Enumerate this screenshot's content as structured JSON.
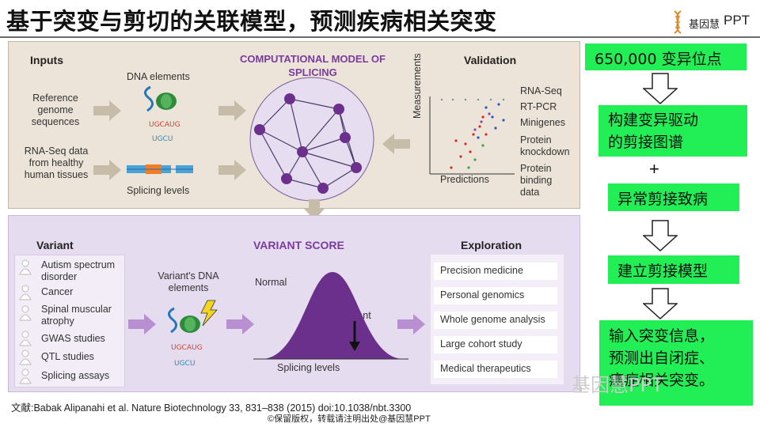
{
  "title": "基于突变与剪切的关联模型，预测疾病相关突变",
  "logo": {
    "text": "基因慧",
    "ppt": "PPT",
    "icon": "dna-helix-icon"
  },
  "inputs": {
    "heading": "Inputs",
    "reference": "Reference genome sequences",
    "rnaseq": "RNA-Seq data from healthy human tissues",
    "dna_elements": "DNA elements",
    "splicing_levels": "Splicing levels"
  },
  "computational_model": {
    "title": "COMPUTATIONAL MODEL OF SPLICING"
  },
  "validation": {
    "heading": "Validation",
    "y_axis": "Measurements",
    "x_axis": "Predictions",
    "items": [
      "RNA-Seq",
      "RT-PCR",
      "Minigenes",
      "Protein knockdown",
      "Protein binding data"
    ]
  },
  "variant": {
    "heading": "Variant",
    "items": [
      "Autism spectrum disorder",
      "Cancer",
      "Spinal muscular atrophy",
      "GWAS studies",
      "QTL studies",
      "Splicing assays"
    ],
    "dna_elements": "Variant's DNA elements"
  },
  "variant_score": {
    "title": "VARIANT SCORE",
    "normal": "Normal",
    "variant": "Variant",
    "x_label": "Splicing levels"
  },
  "exploration": {
    "heading": "Exploration",
    "items": [
      "Precision medicine",
      "Personal genomics",
      "Whole genome analysis",
      "Large cohort study",
      "Medical therapeutics"
    ]
  },
  "right_flow": {
    "box1": "650,000 变异位点",
    "box2_line1": "构建变异驱动",
    "box2_line2": "的剪接图谱",
    "plus": "+",
    "box3": "异常剪接致病",
    "box4": "建立剪接模型",
    "box5_line1": "输入突变信息，",
    "box5_line2": "预测出自闭症、",
    "box5_line3": "癌症相关突变。"
  },
  "reference": "文献:Babak Alipanahi et al. Nature Biotechnology 33, 831–838 (2015) doi:10.1038/nbt.3300",
  "copyright": "©保留版权，转载请注明出处@基因慧PPT",
  "watermark": "基因慧PPT",
  "colors": {
    "accent_purple": "#7a3b9e",
    "green_box": "#22ee55",
    "top_panel": "#ece4d8",
    "bottom_panel": "#e6dcef",
    "arrow": "#c7bca7"
  }
}
